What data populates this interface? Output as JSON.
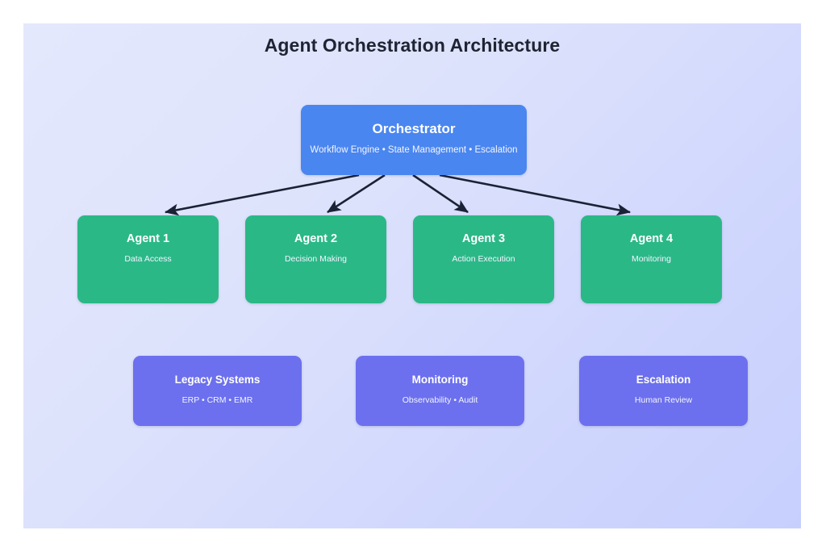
{
  "diagram": {
    "title": "Agent Orchestration Architecture",
    "canvas": {
      "background_from": "#e4e8fd",
      "background_to": "#c7d0fd",
      "page_background": "#ffffff"
    },
    "colors": {
      "orchestrator": "#4a86f0",
      "agent": "#2bb887",
      "support": "#6c70ee",
      "connector": "#1a2235",
      "title_text": "#1e2433",
      "node_text": "#ffffff"
    },
    "orchestrator": {
      "title": "Orchestrator",
      "subtitle": "Workflow Engine • State Management • Escalation"
    },
    "agents": [
      {
        "title": "Agent 1",
        "subtitle": "Data Access"
      },
      {
        "title": "Agent 2",
        "subtitle": "Decision Making"
      },
      {
        "title": "Agent 3",
        "subtitle": "Action Execution"
      },
      {
        "title": "Agent 4",
        "subtitle": "Monitoring"
      }
    ],
    "support": [
      {
        "title": "Legacy Systems",
        "subtitle": "ERP • CRM • EMR"
      },
      {
        "title": "Monitoring",
        "subtitle": "Observability • Audit"
      },
      {
        "title": "Escalation",
        "subtitle": "Human Review"
      }
    ],
    "connectors": [
      {
        "from": "Orchestrator",
        "to": "Agent 1"
      },
      {
        "from": "Orchestrator",
        "to": "Agent 2"
      },
      {
        "from": "Orchestrator",
        "to": "Agent 3"
      },
      {
        "from": "Orchestrator",
        "to": "Agent 4"
      }
    ]
  }
}
